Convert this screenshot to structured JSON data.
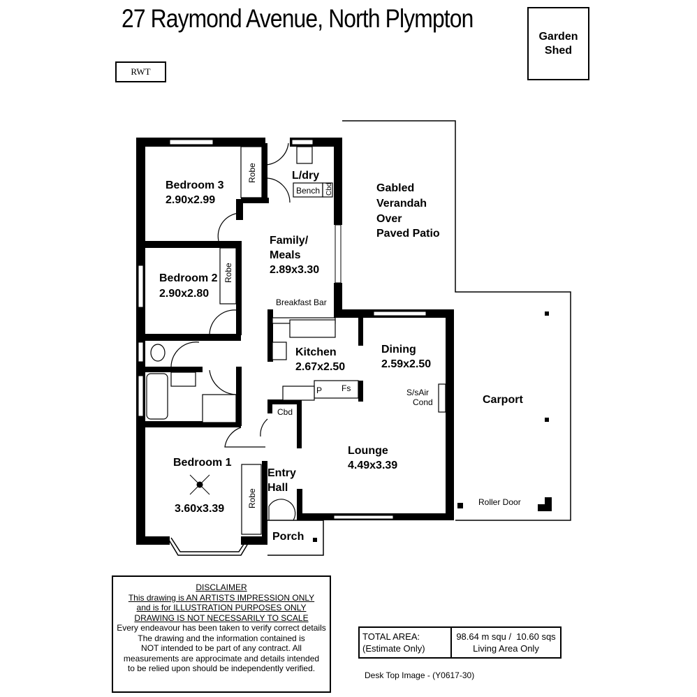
{
  "header": {
    "title": "27 Raymond Avenue, North Plympton",
    "agent_code": "RWT"
  },
  "outbuilding": {
    "line1": "Garden",
    "line2": "Shed"
  },
  "rooms": {
    "bedroom3": {
      "name": "Bedroom 3",
      "size": "2.90x2.99"
    },
    "bedroom2": {
      "name": "Bedroom 2",
      "size": "2.90x2.80"
    },
    "bedroom1": {
      "name": "Bedroom 1",
      "size": "3.60x3.39"
    },
    "laundry": {
      "name": "L/dry"
    },
    "family": {
      "line1": "Family/",
      "line2": "Meals",
      "size": "2.89x3.30"
    },
    "kitchen": {
      "name": "Kitchen",
      "size": "2.67x2.50"
    },
    "dining": {
      "name": "Dining",
      "size": "2.59x2.50"
    },
    "lounge": {
      "name": "Lounge",
      "size": "4.49x3.39"
    },
    "entry": {
      "line1": "Entry",
      "line2": "Hall"
    },
    "porch": {
      "name": "Porch"
    },
    "carport": {
      "name": "Carport"
    },
    "verandah": {
      "line1": "Gabled",
      "line2": "Verandah",
      "line3": "Over",
      "line4": "Paved Patio"
    }
  },
  "fixtures": {
    "robe": "Robe",
    "bench": "Bench",
    "cbd": "Cbd",
    "breakfast_bar": "Breakfast Bar",
    "pantry": "P",
    "fs": "Fs",
    "aircon_line1": "S/sAir",
    "aircon_line2": "Cond",
    "roller_door": "Roller Door"
  },
  "disclaimer": {
    "heading": "DISCLAIMER",
    "line1": "This drawing is AN ARTISTS IMPRESSION ONLY",
    "line2": "and is for ILLUSTRATION PURPOSES ONLY",
    "line3": "DRAWING IS NOT NECESSARILY TO SCALE",
    "body1": "Every endeavour has been taken to verify correct details",
    "body2": "The drawing and the information contained is",
    "body3": "NOT intended to be part of any contract. All",
    "body4": "measurements are approcimate and details intended",
    "body5": "to be relied upon should be independently verified."
  },
  "area": {
    "label1": "TOTAL AREA:",
    "label2": "(Estimate Only)",
    "value1": "98.64 m squ /  10.60 sqs",
    "value2": "Living Area Only"
  },
  "footer": "Desk Top Image - (Y0617-30)"
}
